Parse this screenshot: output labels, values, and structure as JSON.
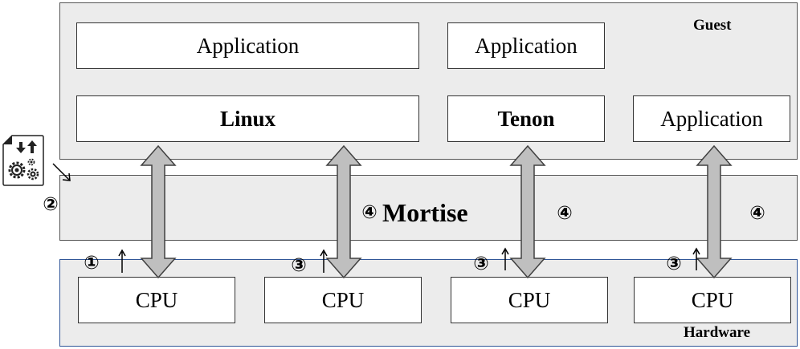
{
  "guest": {
    "label": "Guest",
    "apps": [
      "Application",
      "Application",
      "Application"
    ],
    "os": [
      "Linux",
      "Tenon"
    ]
  },
  "mortise": {
    "label": "Mortise",
    "step": "④"
  },
  "hardware": {
    "label": "Hardware",
    "cpus": [
      "CPU",
      "CPU",
      "CPU",
      "CPU"
    ]
  },
  "steps": {
    "s1": "①",
    "s2": "②",
    "s3": "③",
    "s4": "④"
  },
  "icons": {
    "config_tool": "gear-arrows-icon"
  },
  "colors": {
    "layer_fill": "#ececec",
    "hardware_border": "#2f5597",
    "arrow_fill": "#bfbfbf"
  }
}
